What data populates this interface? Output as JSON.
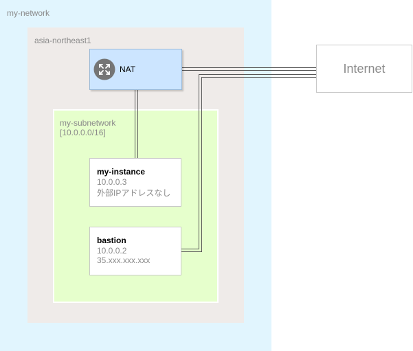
{
  "network": {
    "label": "my-network"
  },
  "region": {
    "label": "asia-northeast1"
  },
  "nat": {
    "label": "NAT",
    "icon": "router-icon"
  },
  "subnet": {
    "name": "my-subnetwork",
    "cidr": "[10.0.0.0/16]"
  },
  "instances": [
    {
      "title": "my-instance",
      "ip": "10.0.0.3",
      "external": "外部IPアドレスなし"
    },
    {
      "title": "bastion",
      "ip": "10.0.0.2",
      "external": "35.xxx.xxx.xxx"
    }
  ],
  "internet": {
    "label": "Internet"
  },
  "colors": {
    "network_bg": "#e1f5fe",
    "region_bg": "#efebe9",
    "nat_bg": "#cce5ff",
    "subnet_bg": "#e6ffcc",
    "link": "#555555"
  }
}
